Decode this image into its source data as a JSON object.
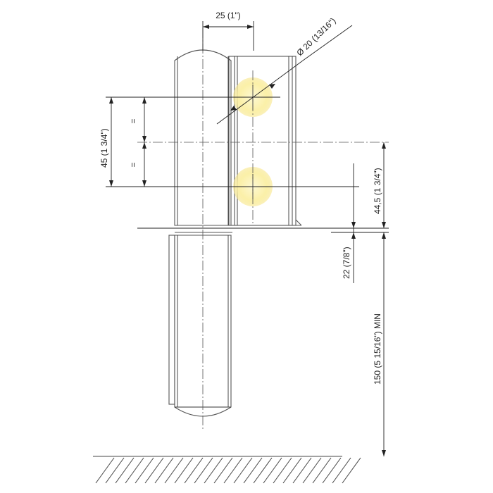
{
  "dimensions": {
    "pin_offset": "25 (1\")",
    "hole_diameter": "Ø 20 (13/16\")",
    "hole_spacing_total": "45 (1  3/4\")",
    "equal_upper": "=",
    "equal_lower": "=",
    "hole_to_joint": "44,5 (1  3/4\")",
    "joint_gap": "22 (7/8\")",
    "min_floor_clearance": "150 (5  15/16\") MIN"
  },
  "colors": {
    "hole_fill": "#fbf3b8",
    "hole_glow": "#f6e48a",
    "line": "#555555",
    "dimension": "#222222"
  }
}
